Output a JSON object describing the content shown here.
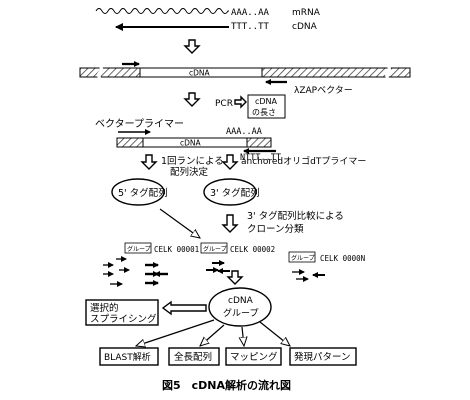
{
  "labels": {
    "mrna_tail": "AAA..AA",
    "mrna": "mRNA",
    "cdna_tail": "TTT..TT",
    "cdna": "cDNA",
    "vector_cdna": "cDNA",
    "zap_vector": "λZAPベクター",
    "pcr": "PCR",
    "cdna_length_1": "cDNA",
    "cdna_length_2": "の長さ",
    "vector_primer": "ベクタープライマー",
    "seq_cdna": "cDNA",
    "seq_tail": "AAA..AA",
    "nttt": "NTTT..TT",
    "anchored_primer": "anchoredオリゴdTプライマー",
    "one_run_1": "1回ランによる",
    "one_run_2": "配列決定",
    "tag5": "5' タグ配列",
    "tag3": "3' タグ配列",
    "compare_1": "3' タグ配列比較による",
    "compare_2": "クローン分類",
    "group_small_1": "グループ",
    "celk_1": "CELK 00001",
    "group_small_2": "グループ",
    "celk_2": "CELK 00002",
    "group_small_3": "グループ",
    "celk_n": "CELK 0000N",
    "alt_splicing_1": "選択的",
    "alt_splicing_2": "スプライシング",
    "cdna_group_1": "cDNA",
    "cdna_group_2": "グループ",
    "blast": "BLAST解析",
    "full_length": "全長配列",
    "mapping": "マッピング",
    "expression": "発現パターン",
    "caption": "図5　cDNA解析の流れ図"
  },
  "colors": {
    "line": "#000000",
    "hatch": "#555555",
    "box": "#ffffff"
  },
  "icons": [
    "down-hollow-arrow-icon",
    "right-hollow-arrow-icon",
    "left-hollow-arrow-icon",
    "primer-arrow-icon"
  ]
}
